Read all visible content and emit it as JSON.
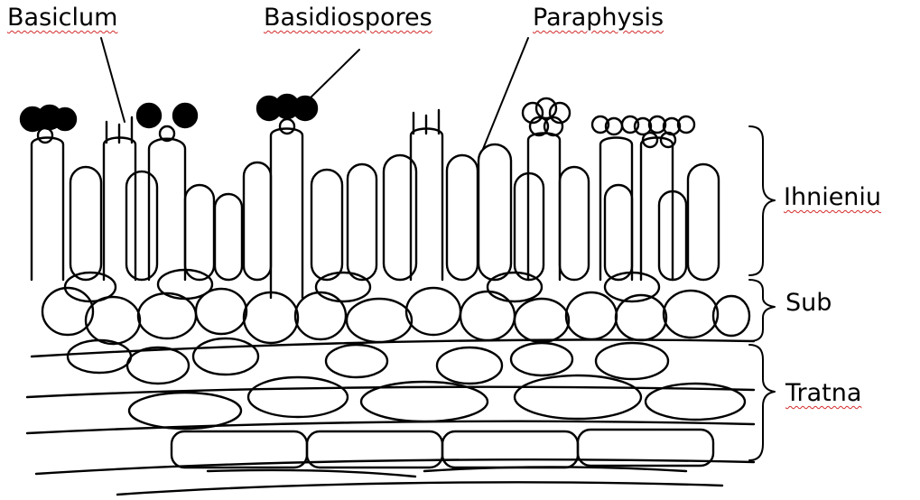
{
  "labels": {
    "basiclum": "Basiclum",
    "basidiospores": "Basidiospores",
    "paraphysis": "Paraphysis",
    "ihnieniu": "Ihnieniu",
    "sub": "Sub",
    "tratna": "Tratna"
  },
  "colors": {
    "ink": "#000000",
    "spell_underline": "#d42a2a",
    "background": "#ffffff"
  }
}
